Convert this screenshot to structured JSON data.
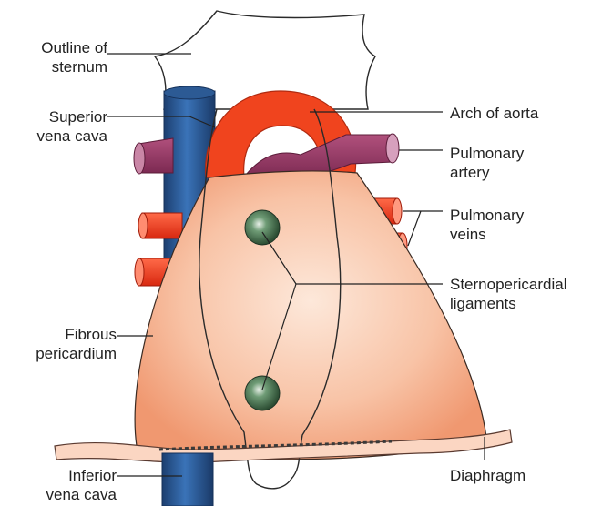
{
  "labels": {
    "sternum": [
      "Outline of",
      "sternum"
    ],
    "svc": [
      "Superior",
      "vena cava"
    ],
    "fibrous": [
      "Fibrous",
      "pericardium"
    ],
    "ivc": [
      "Inferior",
      "vena cava"
    ],
    "aorta": [
      "Arch of aorta"
    ],
    "pulm_artery": [
      "Pulmonary",
      "artery"
    ],
    "pulm_veins": [
      "Pulmonary",
      "veins"
    ],
    "sterno_lig": [
      "Sternopericardial",
      "ligaments"
    ],
    "diaphragm": [
      "Diaphragm"
    ]
  },
  "colors": {
    "pericardium": "#f5b08e",
    "aorta": "#f0441e",
    "pulmonary_artery": "#9b3a66",
    "vena_cava": "#2a5d9e",
    "pulmonary_veins": "#ee3a22",
    "ligament_knob": "#4d7a55",
    "outline": "#2a2a2a"
  }
}
